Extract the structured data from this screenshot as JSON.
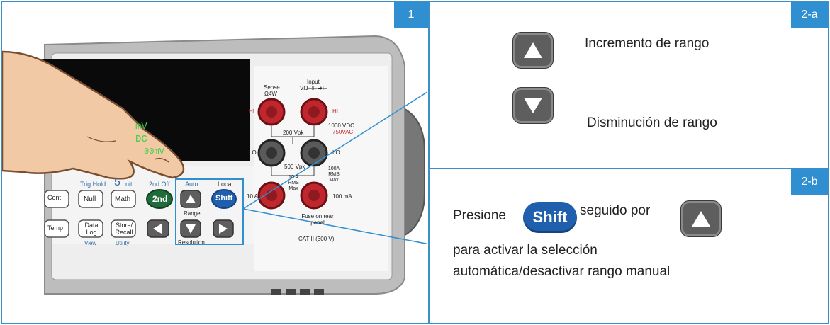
{
  "panel1": {
    "tag": "1",
    "device": {
      "display": {
        "units": "mV",
        "mode": "DC",
        "range": "00mV"
      },
      "keys": {
        "cont": "Cont",
        "null": "Null",
        "math": "Math",
        "second": "2nd",
        "shift": "Shift",
        "temp": "Temp",
        "data_log": "Data Log",
        "store_recall": "Store/ Recall",
        "trig_hold": "Trig Hold",
        "digit": "5",
        "digit_suffix": "nit",
        "second_off": "2nd Off",
        "auto": "Auto",
        "local": "Local",
        "range": "Range",
        "resolution": "Resolution",
        "view": "View",
        "utility": "Utility"
      },
      "terminals": {
        "sense": "Sense",
        "sense_sym": "Ω4W",
        "input": "Input",
        "input_sym": "VΩ⊣⊢➔⊢",
        "hi": "HI",
        "lo": "LO",
        "vpk200": "200 Vpk",
        "vpk500": "500 Vpk",
        "vdc1000": "1000 VDC",
        "vac750": "750VAC",
        "a10": "10 A",
        "a10b": "10 A RMS Max",
        "a100": "100A RMS Max",
        "ma100": "100 mA",
        "fuse": "Fuse on rear panel",
        "cat": "CAT II (300 V)"
      }
    }
  },
  "panel2a": {
    "tag": "2-a",
    "up_label": "Incremento de rango",
    "down_label": "Disminución de rango"
  },
  "panel2b": {
    "tag": "2-b",
    "press": "Presione",
    "shift": "Shift",
    "followed_by": "seguido por",
    "line2": "para activar la selección",
    "line3": "automática/desactivar rango manual"
  },
  "colors": {
    "accent": "#2f8fd0",
    "shift_blue": "#1f5fae",
    "terminal_red": "#c0262d",
    "display_green": "#39d24a"
  }
}
